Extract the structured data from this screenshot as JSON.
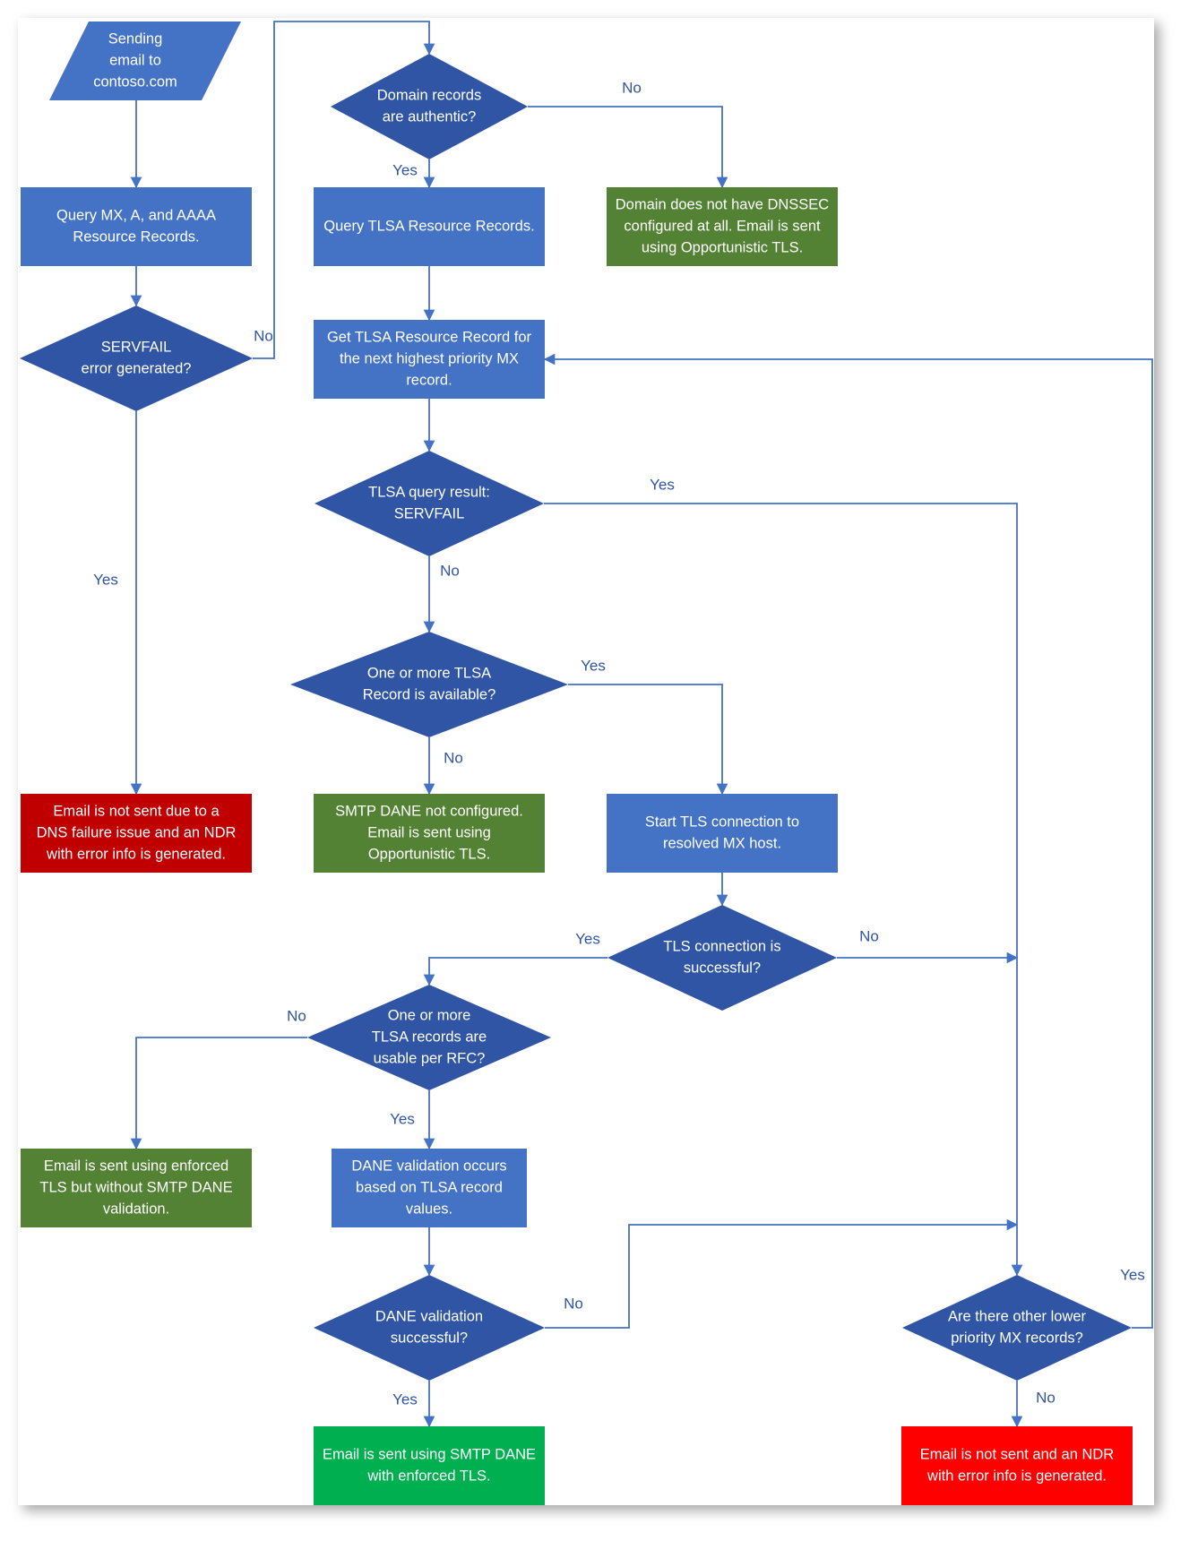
{
  "colors": {
    "process": "#4472c4",
    "decision": "#2f55a4",
    "start": "#4472c4",
    "green_dark": "#548235",
    "green_bright": "#00b050",
    "red_dark": "#c00000",
    "red_bright": "#ff0000",
    "edge": "#4472c4",
    "edge_label": "#2f55a4"
  },
  "diagram": {
    "nodes": [
      {
        "id": "start",
        "shape": "parallelogram",
        "color": "start",
        "lines": [
          "Sending",
          "email to",
          "contoso.com"
        ]
      },
      {
        "id": "query-mx",
        "shape": "rect",
        "color": "process",
        "lines": [
          "Query MX, A, and AAAA",
          "Resource Records."
        ]
      },
      {
        "id": "servfail",
        "shape": "diamond",
        "color": "decision",
        "lines": [
          "SERVFAIL",
          "error generated?"
        ]
      },
      {
        "id": "dns-failure",
        "shape": "rect",
        "color": "red_dark",
        "lines": [
          "Email is not sent due to a",
          "DNS failure issue and an NDR",
          "with error info is generated."
        ]
      },
      {
        "id": "domain-authentic",
        "shape": "diamond",
        "color": "decision",
        "lines": [
          "Domain records",
          "are authentic?"
        ]
      },
      {
        "id": "no-dnssec",
        "shape": "rect",
        "color": "green_dark",
        "lines": [
          "Domain does not have DNSSEC",
          "configured at all. Email is sent",
          "using Opportunistic TLS."
        ]
      },
      {
        "id": "query-tlsa",
        "shape": "rect",
        "color": "process",
        "lines": [
          "Query TLSA Resource Records."
        ]
      },
      {
        "id": "get-tlsa",
        "shape": "rect",
        "color": "process",
        "lines": [
          "Get TLSA Resource Record for",
          "the next highest priority MX",
          "record."
        ]
      },
      {
        "id": "tlsa-servfail",
        "shape": "diamond",
        "color": "decision",
        "lines": [
          "TLSA query result:",
          "SERVFAIL"
        ]
      },
      {
        "id": "tlsa-available",
        "shape": "diamond",
        "color": "decision",
        "lines": [
          "One or more TLSA",
          "Record is available?"
        ]
      },
      {
        "id": "dane-not-configured",
        "shape": "rect",
        "color": "green_dark",
        "lines": [
          "SMTP DANE not configured.",
          "Email is sent using",
          "Opportunistic TLS."
        ]
      },
      {
        "id": "start-tls",
        "shape": "rect",
        "color": "process",
        "lines": [
          "Start TLS connection to",
          "resolved MX host."
        ]
      },
      {
        "id": "tls-success",
        "shape": "diamond",
        "color": "decision",
        "lines": [
          "TLS connection is",
          "successful?"
        ]
      },
      {
        "id": "tlsa-usable",
        "shape": "diamond",
        "color": "decision",
        "lines": [
          "One or more",
          "TLSA records are",
          "usable per RFC?"
        ]
      },
      {
        "id": "enforced-no-dane",
        "shape": "rect",
        "color": "green_dark",
        "lines": [
          "Email is sent using enforced",
          "TLS but without SMTP DANE",
          "validation."
        ]
      },
      {
        "id": "dane-validation",
        "shape": "rect",
        "color": "process",
        "lines": [
          "DANE validation occurs",
          "based on TLSA record",
          "values."
        ]
      },
      {
        "id": "dane-success",
        "shape": "diamond",
        "color": "decision",
        "lines": [
          "DANE validation",
          "successful?"
        ]
      },
      {
        "id": "sent-dane",
        "shape": "rect",
        "color": "green_bright",
        "lines": [
          "Email is sent using SMTP DANE",
          "with enforced TLS."
        ]
      },
      {
        "id": "lower-mx",
        "shape": "diamond",
        "color": "decision",
        "lines": [
          "Are there other lower",
          "priority MX records?"
        ]
      },
      {
        "id": "not-sent-ndr",
        "shape": "rect",
        "color": "red_bright",
        "lines": [
          "Email is not sent and an NDR",
          "with error info is generated."
        ]
      }
    ],
    "edges": [
      {
        "id": "start-to-query",
        "label": ""
      },
      {
        "id": "query-to-servfail",
        "label": ""
      },
      {
        "id": "servfail-yes",
        "label": "Yes"
      },
      {
        "id": "servfail-no",
        "label": "No"
      },
      {
        "id": "authentic-no",
        "label": "No"
      },
      {
        "id": "authentic-yes",
        "label": "Yes"
      },
      {
        "id": "tlsa-to-get",
        "label": ""
      },
      {
        "id": "get-to-servfail",
        "label": ""
      },
      {
        "id": "tlsa-servfail-yes",
        "label": "Yes"
      },
      {
        "id": "tlsa-servfail-no",
        "label": "No"
      },
      {
        "id": "available-no",
        "label": "No"
      },
      {
        "id": "available-yes",
        "label": "Yes"
      },
      {
        "id": "starttls-to-success",
        "label": ""
      },
      {
        "id": "tls-yes",
        "label": "Yes"
      },
      {
        "id": "tls-no",
        "label": "No"
      },
      {
        "id": "usable-no",
        "label": "No"
      },
      {
        "id": "usable-yes",
        "label": "Yes"
      },
      {
        "id": "validation-to-success",
        "label": ""
      },
      {
        "id": "dane-no",
        "label": "No"
      },
      {
        "id": "dane-yes",
        "label": "Yes"
      },
      {
        "id": "lower-yes",
        "label": "Yes"
      },
      {
        "id": "lower-no",
        "label": "No"
      }
    ]
  }
}
